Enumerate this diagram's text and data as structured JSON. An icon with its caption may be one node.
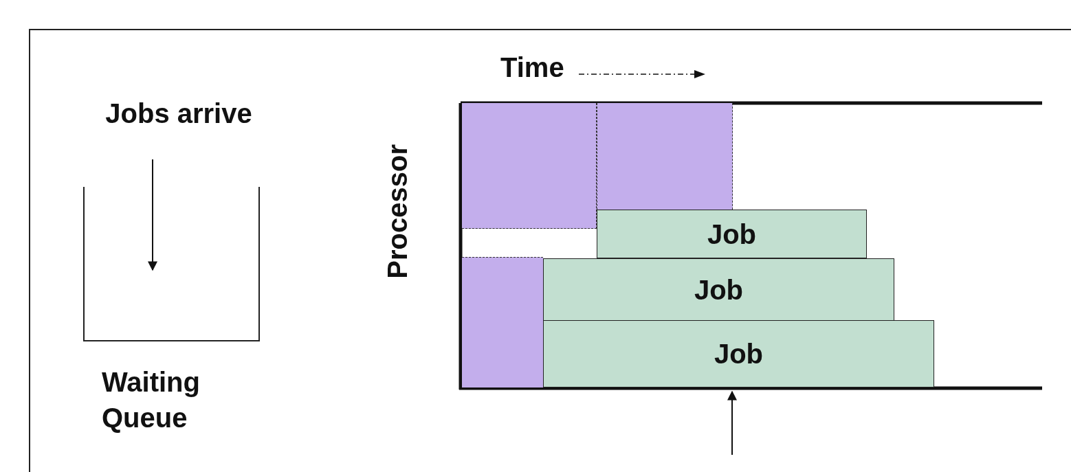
{
  "diagram": {
    "nodes": [
      {
        "text": [
          "Jobs arrive"
        ]
      },
      {
        "text": [
          "Waiting Queue"
        ]
      },
      {
        "text": [],
        "shape": "box"
      },
      {
        "text": [],
        "shape": "box"
      },
      {
        "text": [
          "Job"
        ]
      },
      {
        "text": [],
        "shape": "box"
      },
      {
        "text": [
          "Job"
        ]
      },
      {
        "text": [
          "Job"
        ]
      }
    ],
    "edges": [
      {
        "from": 0,
        "to": 1,
        "arrow": "to"
      },
      {
        "from": null,
        "to": 7,
        "arrow": "to"
      }
    ],
    "labels": [
      "Time",
      "Processor"
    ]
  }
}
